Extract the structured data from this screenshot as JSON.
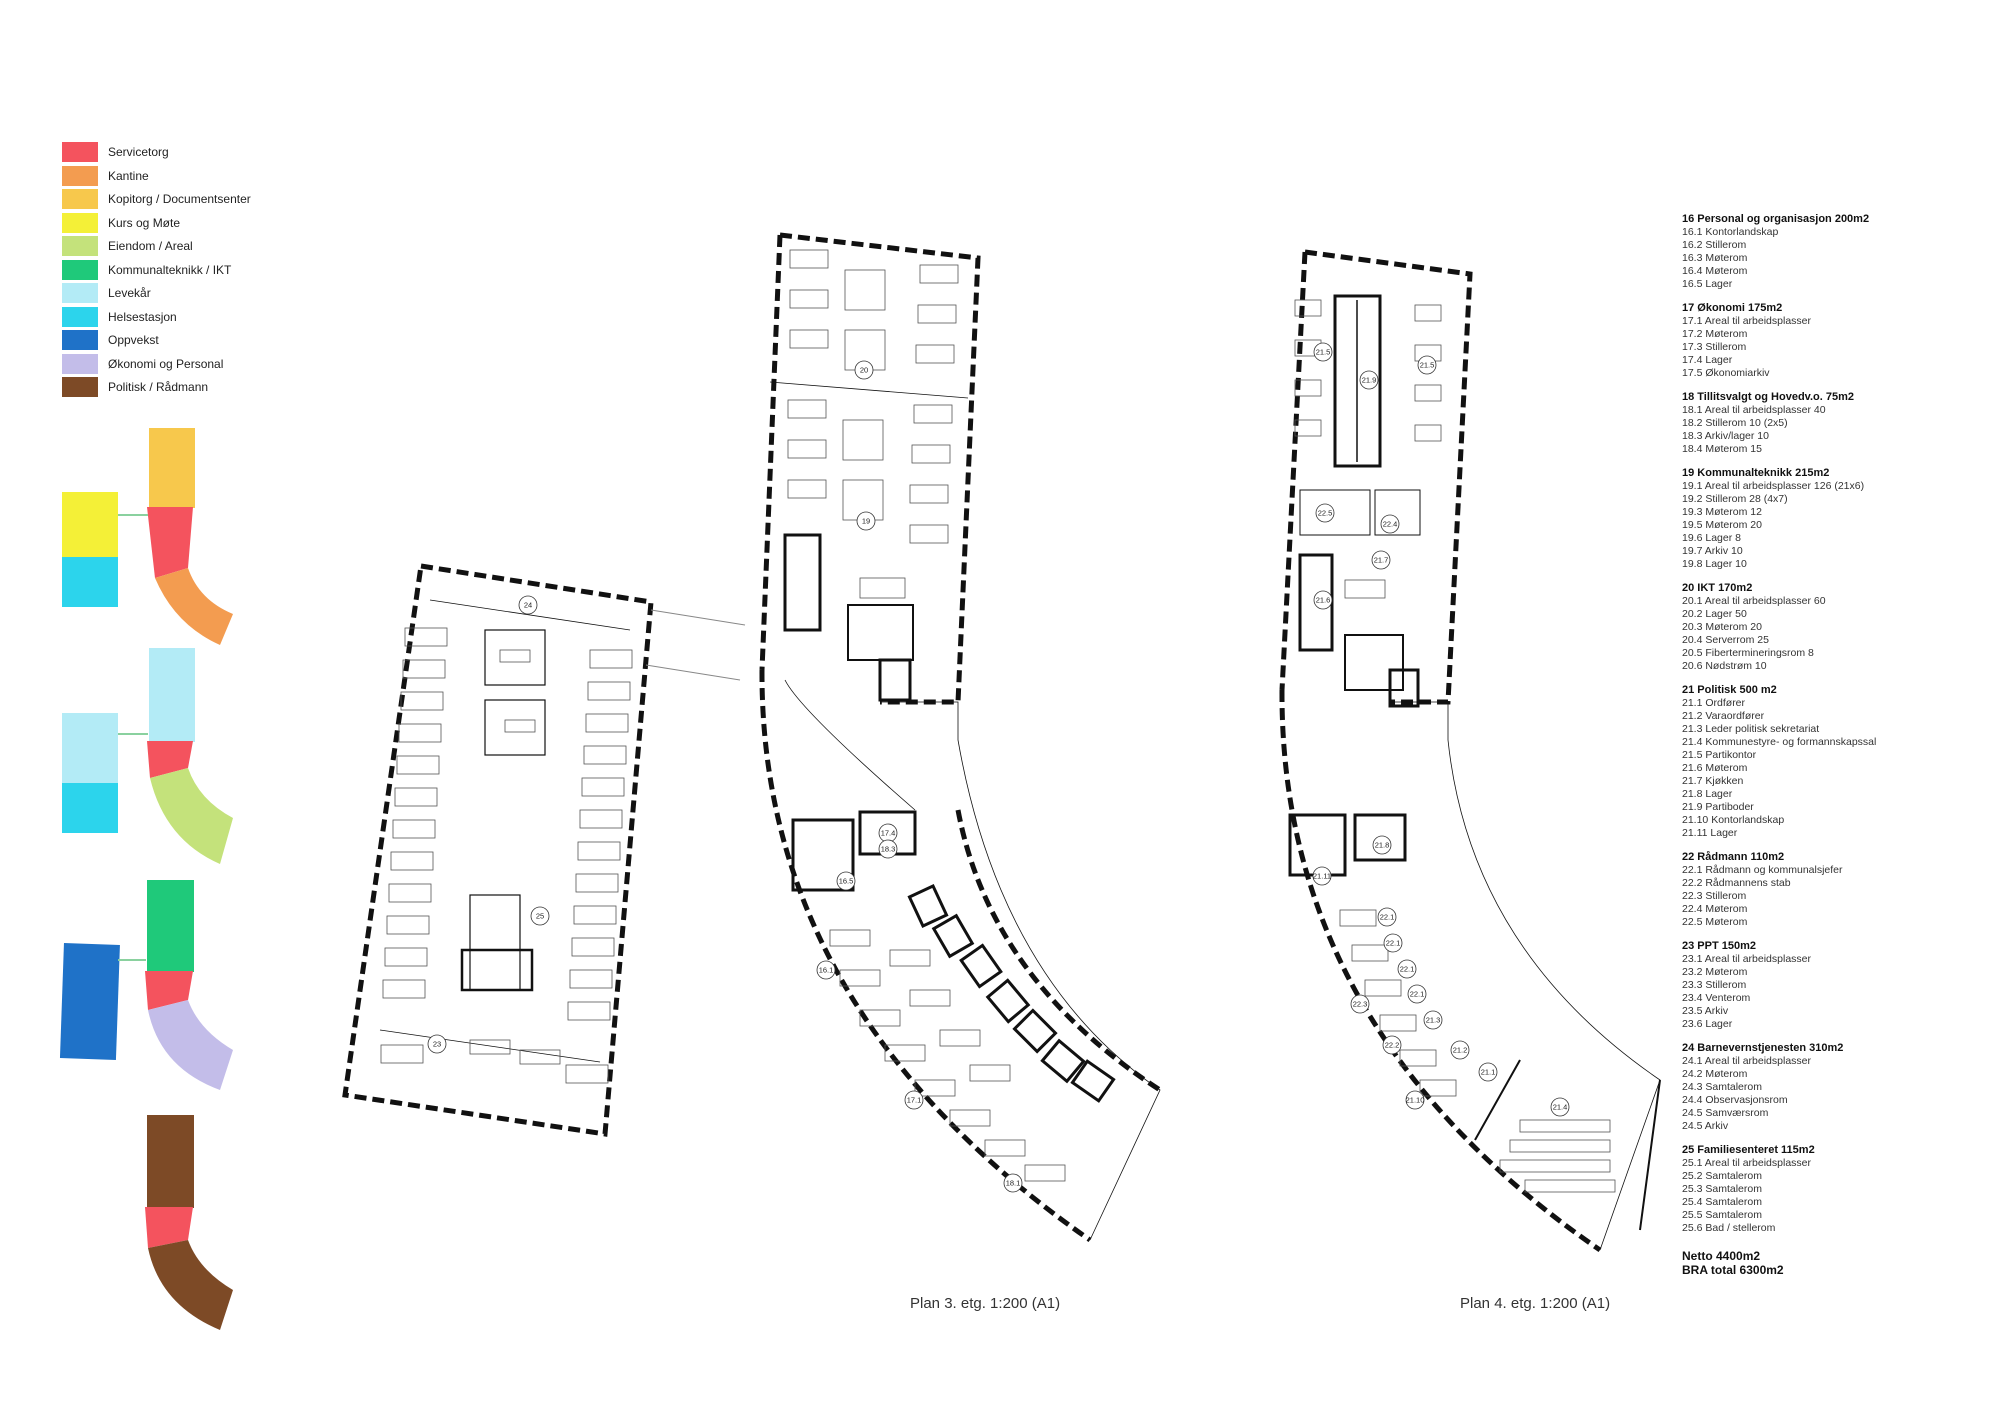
{
  "legend": [
    {
      "label": "Servicetorg",
      "color": "#f4535e"
    },
    {
      "label": "Kantine",
      "color": "#f39c50"
    },
    {
      "label": "Kopitorg / Documentsenter",
      "color": "#f7c84c"
    },
    {
      "label": "Kurs og Møte",
      "color": "#f4f037"
    },
    {
      "label": "Eiendom / Areal",
      "color": "#c4e27b"
    },
    {
      "label": "Kommunalteknikk / IKT",
      "color": "#1fc97a"
    },
    {
      "label": "Levekår",
      "color": "#b3ebf6"
    },
    {
      "label": "Helsestasjon",
      "color": "#2cd4ec"
    },
    {
      "label": "Oppvekst",
      "color": "#1f72c8"
    },
    {
      "label": "Økonomi og Personal",
      "color": "#c3bde9"
    },
    {
      "label": "Politisk / Rådmann",
      "color": "#7d4a26"
    }
  ],
  "captions": {
    "plan3": "Plan 3. etg. 1:200 (A1)",
    "plan4": "Plan 4. etg. 1:200 (A1)"
  },
  "plan3_rooms": [
    "24",
    "25",
    "23",
    "20",
    "19",
    "17.4",
    "18.3",
    "16.5",
    "16.1",
    "17.1",
    "18.1"
  ],
  "plan4_rooms": [
    "21.5",
    "21.9",
    "21.5",
    "22.5",
    "22.4",
    "21.7",
    "21.6",
    "21.8",
    "21.11",
    "22.1",
    "22.1",
    "22.1",
    "22.1",
    "22.3",
    "21.3",
    "22.2",
    "21.2",
    "21.1",
    "21.10",
    "21.4"
  ],
  "program": [
    {
      "heading": "16 Personal og organisasjon 200m2",
      "items": [
        "16.1 Kontorlandskap",
        "16.2 Stillerom",
        "16.3 Møterom",
        "16.4 Møterom",
        "16.5 Lager"
      ]
    },
    {
      "heading": "17 Økonomi 175m2",
      "items": [
        "17.1 Areal til arbeidsplasser",
        "17.2 Møterom",
        "17.3 Stillerom",
        "17.4 Lager",
        "17.5 Økonomiarkiv"
      ]
    },
    {
      "heading": "18 Tillitsvalgt og Hovedv.o. 75m2",
      "items": [
        "18.1 Areal til arbeidsplasser 40",
        "18.2 Stillerom 10 (2x5)",
        "18.3 Arkiv/lager 10",
        "18.4 Møterom 15"
      ]
    },
    {
      "heading": "19 Kommunalteknikk 215m2",
      "items": [
        "19.1 Areal til arbeidsplasser 126 (21x6)",
        "19.2 Stillerom 28 (4x7)",
        "19.3 Møterom 12",
        "19.5 Møterom 20",
        "19.6 Lager 8",
        "19.7 Arkiv 10",
        "19.8 Lager 10"
      ]
    },
    {
      "heading": "20 IKT 170m2",
      "items": [
        "20.1 Areal til arbeidsplasser 60",
        "20.2 Lager 50",
        "20.3 Møterom 20",
        "20.4 Serverrom 25",
        "20.5 Fibertermineringsrom 8",
        "20.6 Nødstrøm 10"
      ]
    },
    {
      "heading": "21 Politisk 500 m2",
      "items": [
        "21.1 Ordfører",
        "21.2 Varaordfører",
        "21.3 Leder politisk sekretariat",
        "21.4 Kommunestyre- og formannskapssal",
        "21.5 Partikontor",
        "21.6 Møterom",
        "21.7 Kjøkken",
        "21.8 Lager",
        "21.9 Partiboder",
        "21.10 Kontorlandskap",
        "21.11 Lager"
      ]
    },
    {
      "heading": "22 Rådmann 110m2",
      "items": [
        "22.1 Rådmann og kommunalsjefer",
        "22.2 Rådmannens stab",
        "22.3 Stillerom",
        "22.4 Møterom",
        "22.5 Møterom"
      ]
    },
    {
      "heading": "23 PPT 150m2",
      "items": [
        "23.1 Areal til arbeidsplasser",
        "23.2 Møterom",
        "23.3 Stillerom",
        "23.4 Venterom",
        "23.5 Arkiv",
        "23.6 Lager"
      ]
    },
    {
      "heading": "24 Barnevernstjenesten 310m2",
      "items": [
        "24.1 Areal til arbeidsplasser",
        "24.2 Møterom",
        "24.3 Samtalerom",
        "24.4 Observasjonsrom",
        "24.5 Samværsrom",
        "24.5 Arkiv"
      ]
    },
    {
      "heading": "25 Familiesenteret 115m2",
      "items": [
        "25.1 Areal til arbeidsplasser",
        "25.2 Samtalerom",
        "25.3 Samtalerom",
        "25.4 Samtalerom",
        "25.5 Samtalerom",
        "25.6 Bad / stellerom"
      ]
    }
  ],
  "totals": [
    "Netto 4400m2",
    "BRA total 6300m2"
  ]
}
